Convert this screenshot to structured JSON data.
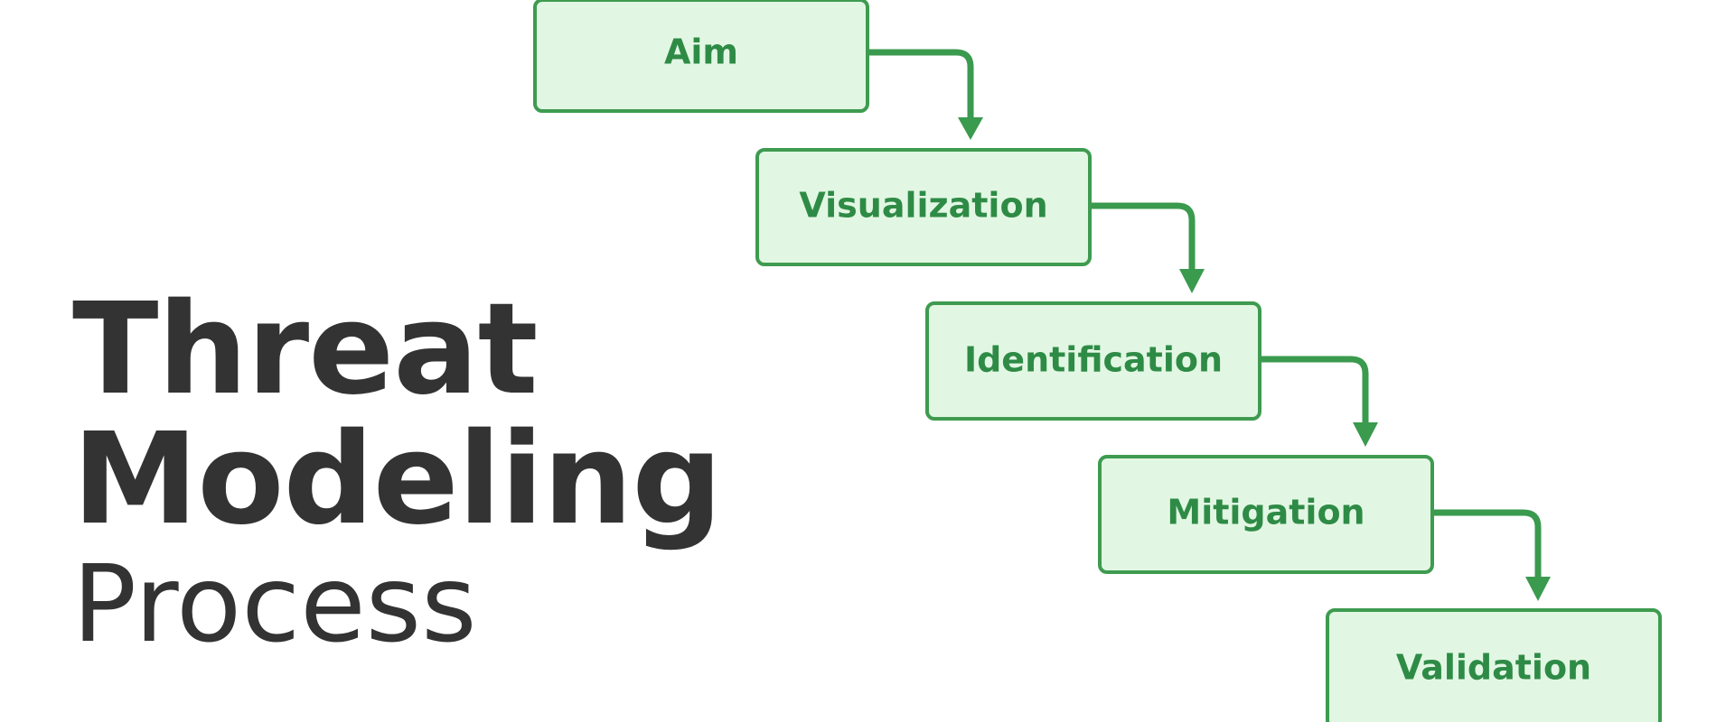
{
  "title": {
    "line1": "Threat",
    "line2": "Modeling",
    "line3": "Process"
  },
  "steps": [
    {
      "label": "Aim"
    },
    {
      "label": "Visualization"
    },
    {
      "label": "Identification"
    },
    {
      "label": "Mitigation"
    },
    {
      "label": "Validation"
    }
  ],
  "colors": {
    "title_text": "#333333",
    "box_fill": "#e2f7e3",
    "box_stroke": "#3e9b50",
    "step_text": "#2e8b46",
    "arrow": "#3a9a4e"
  }
}
